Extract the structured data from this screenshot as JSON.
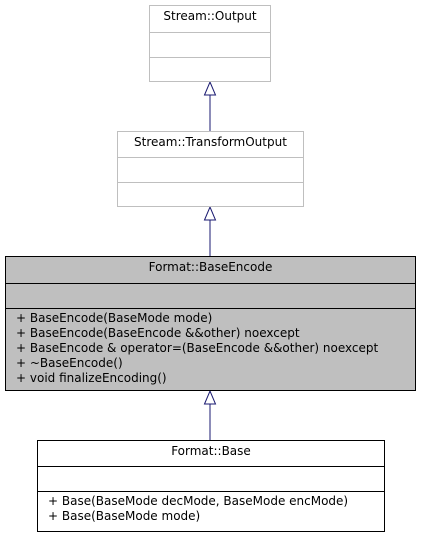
{
  "diagram": {
    "classes": {
      "output": {
        "name": "Stream::Output",
        "members": []
      },
      "transform_output": {
        "name": "Stream::TransformOutput",
        "members": []
      },
      "base_encode": {
        "name": "Format::BaseEncode",
        "members": [
          "+ BaseEncode(BaseMode mode)",
          "+ BaseEncode(BaseEncode &&other) noexcept",
          "+ BaseEncode & operator=(BaseEncode &&other) noexcept",
          "+ ~BaseEncode()",
          "+ void finalizeEncoding()"
        ]
      },
      "base": {
        "name": "Format::Base",
        "members": [
          "+ Base(BaseMode decMode, BaseMode encMode)",
          "+ Base(BaseMode mode)"
        ]
      }
    },
    "colors": {
      "edge": "#191970",
      "highlight_fill": "#bfbfbf",
      "external_border": "#bfbfbf",
      "internal_border": "#000000"
    }
  }
}
